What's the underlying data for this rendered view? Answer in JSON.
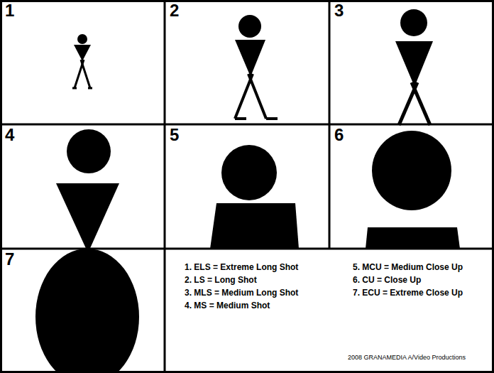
{
  "diagram": {
    "nodes": [
      {
        "text": [
          "1"
        ]
      },
      {
        "text": [
          "2"
        ]
      },
      {
        "text": [
          "3"
        ]
      },
      {
        "text": [
          "4"
        ]
      },
      {
        "text": [
          "5"
        ]
      },
      {
        "text": [
          "6"
        ]
      },
      {
        "text": [
          "7"
        ]
      },
      {
        "text": [
          "1. ELS = Extreme Long Shot",
          "2. LS = Long Shot",
          "3. MLS = Medium Long Shot",
          "4. MS = Medium Shot",
          "5. MCU = Medium Close Up",
          "6. CU = Close Up",
          "7. ECU = Extreme Close Up",
          "2008 GRANAMEDIA A/Video Productions"
        ]
      }
    ]
  }
}
